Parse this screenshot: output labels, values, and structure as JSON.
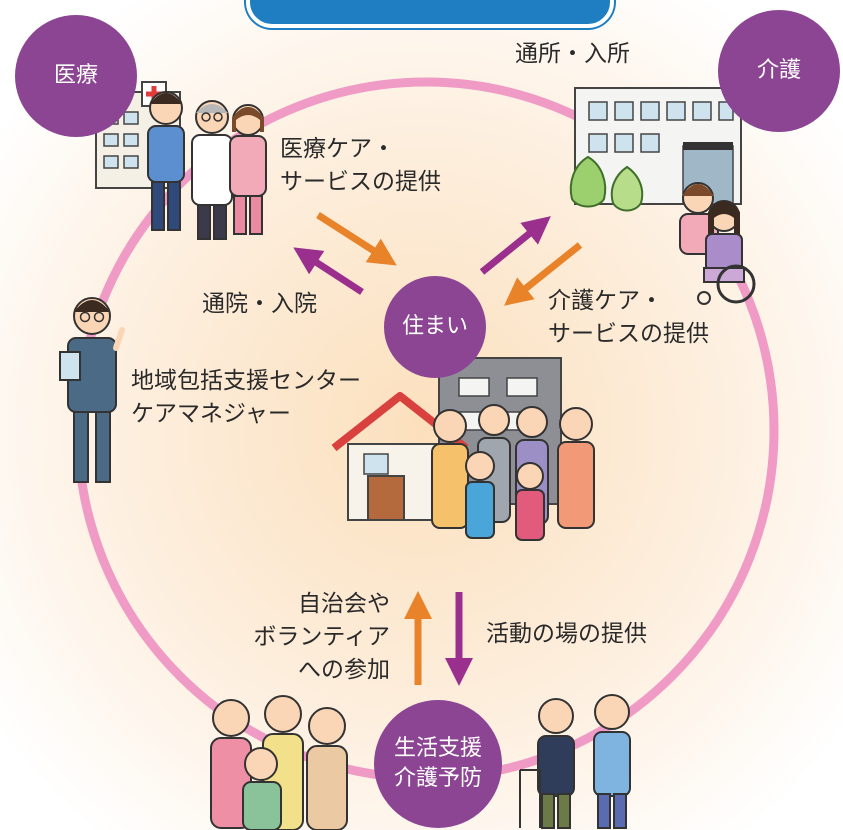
{
  "nodes": {
    "iryo": "医療",
    "kaigo": "介護",
    "sumai": "住まい",
    "seikatsu": [
      "生活支援",
      "介護予防"
    ]
  },
  "labels": {
    "tsusho": "通所・入所",
    "iryo_care": [
      "医療ケア・",
      "サービスの提供"
    ],
    "tsuin": "通院・入院",
    "kaigo_care": [
      "介護ケア・",
      "サービスの提供"
    ],
    "center": [
      "地域包括支援センター",
      "ケアマネジャー"
    ],
    "jichikai": [
      "自治会や",
      "ボランティア",
      "への参加"
    ],
    "katsudo": "活動の場の提供"
  },
  "colors": {
    "ring": "#ef9bc6",
    "node": "#8c4592",
    "arrow_orange": "#e8832a",
    "arrow_purple": "#9a2f8e",
    "title_tab": "#1f7ec2",
    "background_center": "#fce0bd"
  },
  "icons": [
    "hospital-building-icon",
    "nurse-icon",
    "doctor-icon",
    "care-facility-building-icon",
    "shrub-icon",
    "wheelchair-user-icon",
    "caregiver-icon",
    "care-manager-icon",
    "house-icon",
    "apartment-icon",
    "family-group-icon",
    "elderly-group-icon",
    "elderly-walker-icon"
  ]
}
